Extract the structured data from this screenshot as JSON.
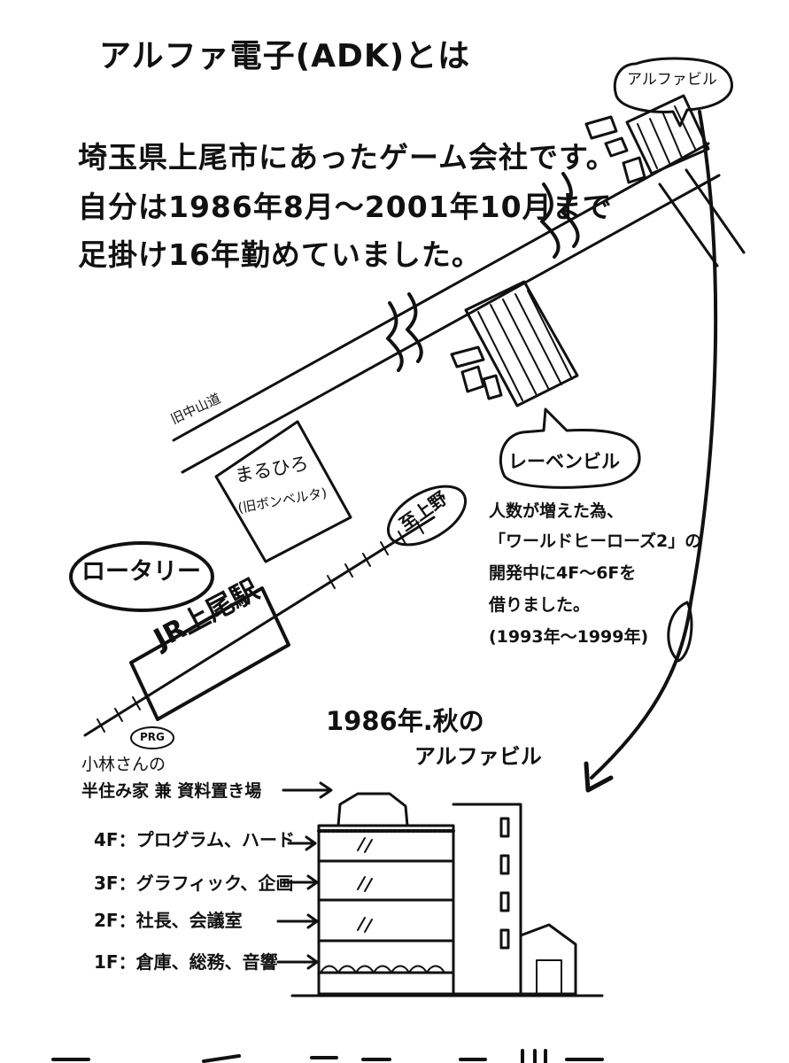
{
  "title": "アルファ電子(ADK)とは",
  "intro": {
    "line1": "埼玉県上尾市にあったゲーム会社です。",
    "line2": "自分は1986年8月～2001年10月まで",
    "line3": "足掛け16年勤めていました。"
  },
  "map": {
    "road_label": "旧中山道",
    "maruhiro": "まるひろ",
    "maruhiro_sub": "(旧ボンベルタ)",
    "to_ueno": "至上野",
    "rotary": "ロータリー",
    "station": "JR上尾駅",
    "alpha_building": "アルファビル",
    "leben_building": "レーベンビル"
  },
  "note": {
    "line1": "人数が増えた為、",
    "line2": "「ワールドヒーローズ2」の",
    "line3": "開発中に4F～6Fを",
    "line4": "借りました。",
    "line5": "(1993年～1999年)"
  },
  "building": {
    "caption_line1": "1986年.秋の",
    "caption_line2": "アルファビル",
    "prg_badge": "PRG",
    "rooftop_line1": "小林さんの",
    "rooftop_line2": "半住み家 兼 資料置き場",
    "floors": [
      "4F：プログラム、ハード",
      "3F：グラフィック、企画",
      "2F：社長、会議室",
      "1F：倉庫、総務、音響"
    ]
  }
}
